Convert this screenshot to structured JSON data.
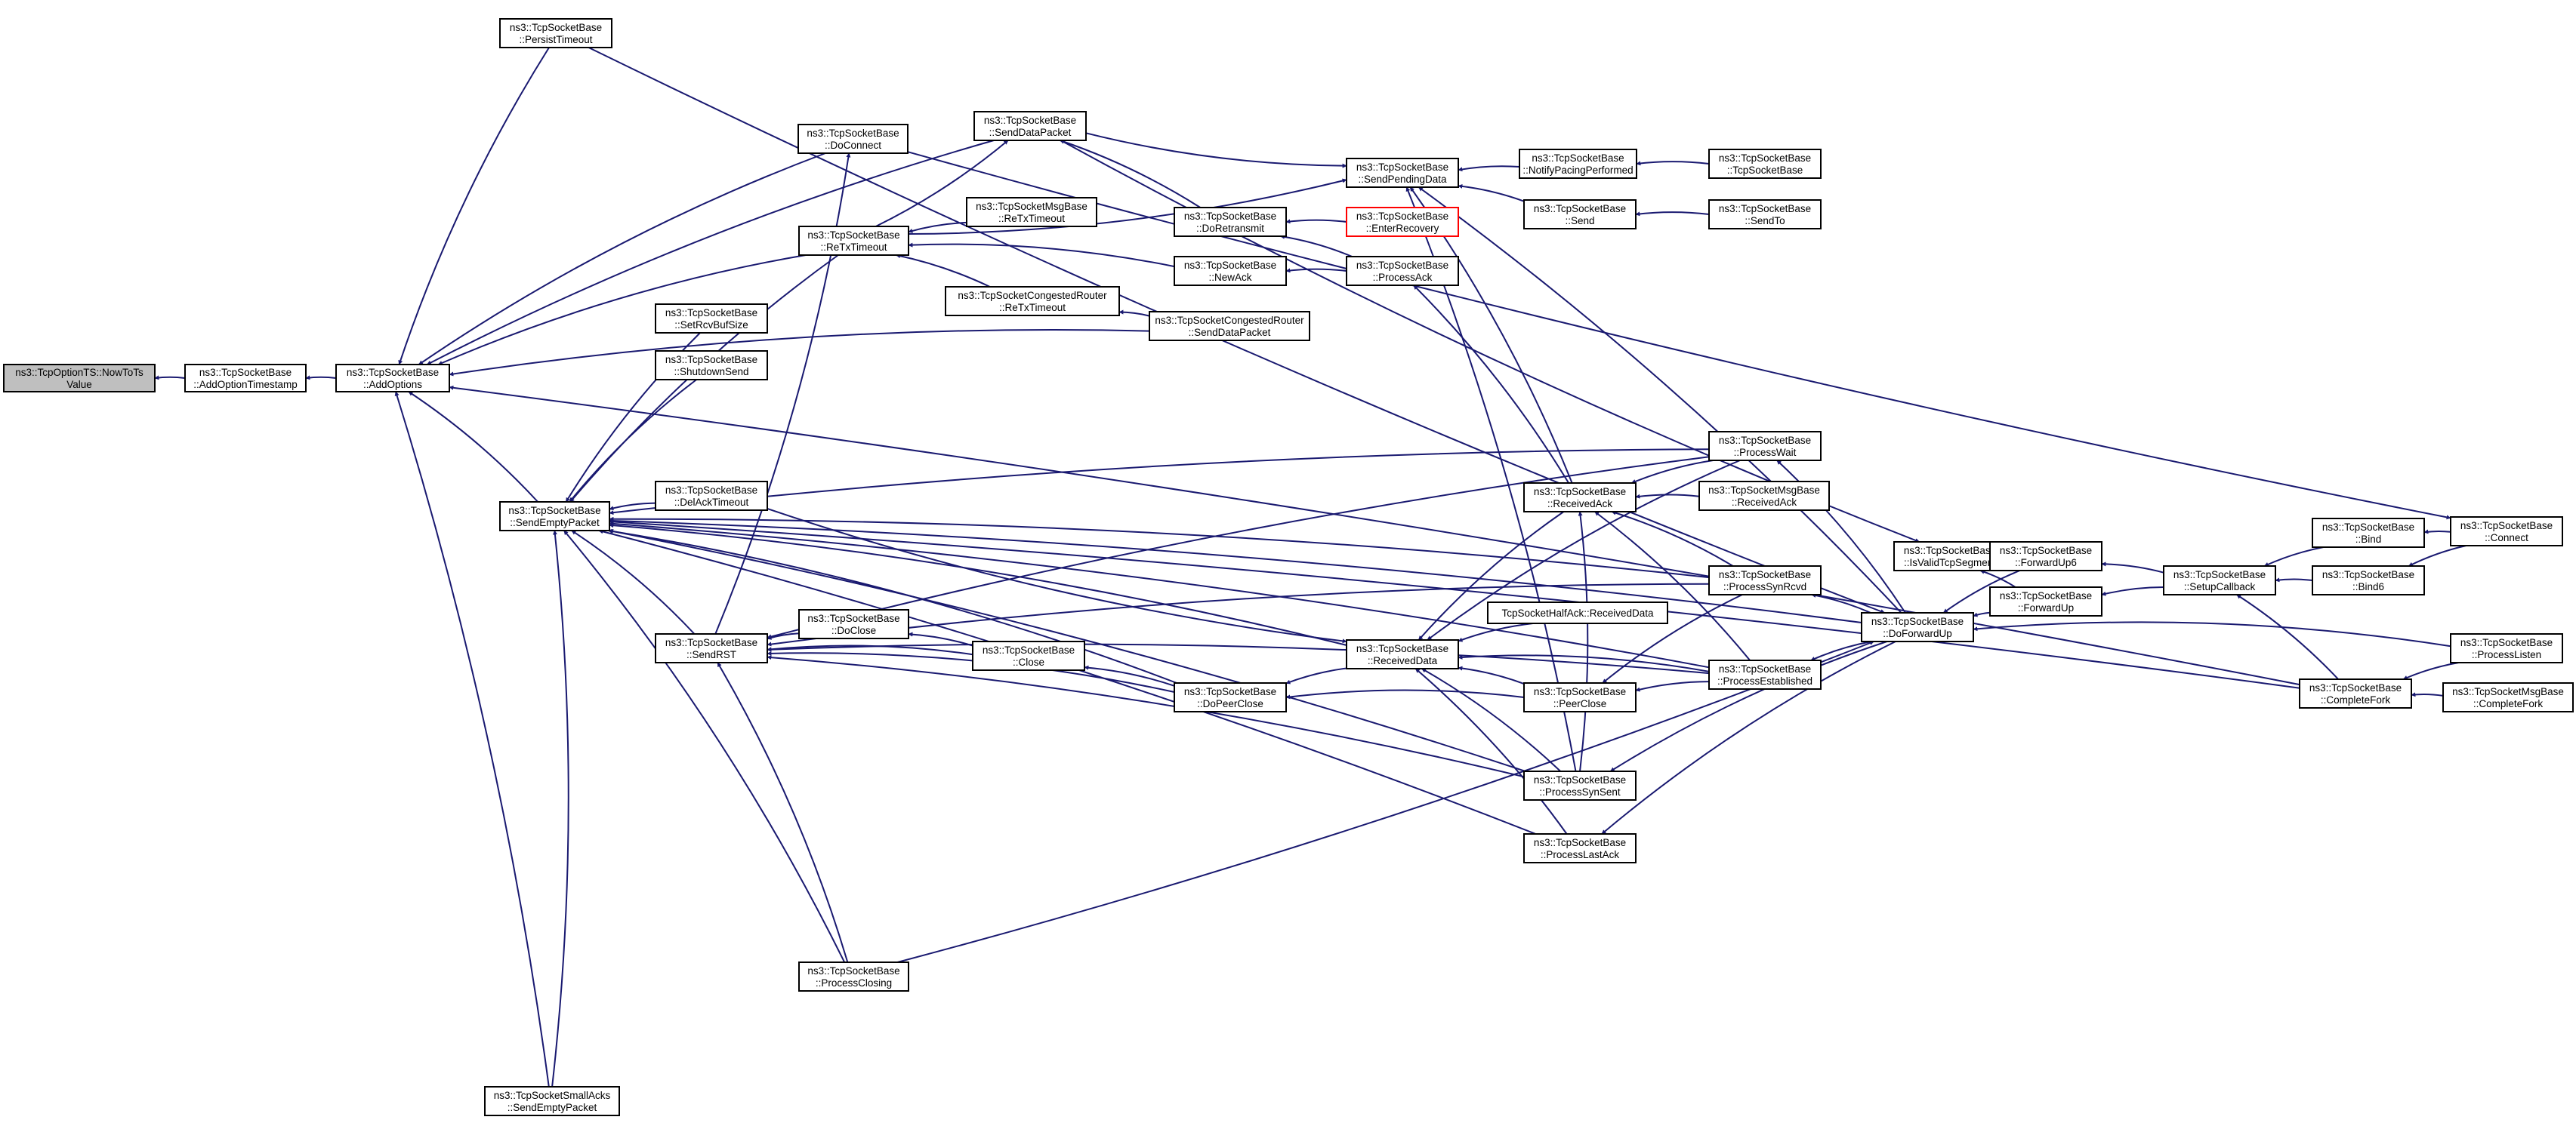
{
  "colors": {
    "edge": "#191970",
    "root_fill": "#bfbfbf",
    "highlight_border": "#ff0000"
  },
  "nodes": [
    {
      "id": "n0",
      "lines": [
        "ns3::TcpOptionTS::NowToTs",
        "Value"
      ],
      "root": true
    },
    {
      "id": "n1",
      "lines": [
        "ns3::TcpSocketBase",
        "::AddOptionTimestamp"
      ]
    },
    {
      "id": "n2",
      "lines": [
        "ns3::TcpSocketBase",
        "::AddOptions"
      ]
    },
    {
      "id": "n3",
      "lines": [
        "ns3::TcpSocketBase",
        "::PersistTimeout"
      ]
    },
    {
      "id": "n4",
      "lines": [
        "ns3::TcpSocketBase",
        "::SendEmptyPacket"
      ]
    },
    {
      "id": "n5",
      "lines": [
        "ns3::TcpSocketBase",
        "::DoConnect"
      ]
    },
    {
      "id": "n6",
      "lines": [
        "ns3::TcpSocketBase",
        "::SendDataPacket"
      ]
    },
    {
      "id": "n7",
      "lines": [
        "ns3::TcpSocketBase",
        "::ReTxTimeout"
      ]
    },
    {
      "id": "n8",
      "lines": [
        "ns3::TcpSocketMsgBase",
        "::ReTxTimeout"
      ]
    },
    {
      "id": "n9",
      "lines": [
        "ns3::TcpSocketCongestedRouter",
        "::ReTxTimeout"
      ]
    },
    {
      "id": "n10",
      "lines": [
        "ns3::TcpSocketBase",
        "::SetRcvBufSize"
      ]
    },
    {
      "id": "n11",
      "lines": [
        "ns3::TcpSocketBase",
        "::ShutdownSend"
      ]
    },
    {
      "id": "n12",
      "lines": [
        "ns3::TcpSocketBase",
        "::DelAckTimeout"
      ]
    },
    {
      "id": "n13",
      "lines": [
        "ns3::TcpSocketBase",
        "::SendRST"
      ]
    },
    {
      "id": "n14",
      "lines": [
        "ns3::TcpSocketBase",
        "::DoClose"
      ]
    },
    {
      "id": "n15",
      "lines": [
        "ns3::TcpSocketBase",
        "::Close"
      ]
    },
    {
      "id": "n16",
      "lines": [
        "ns3::TcpSocketBase",
        "::ProcessClosing"
      ]
    },
    {
      "id": "n17",
      "lines": [
        "ns3::TcpSocketSmallAcks",
        "::SendEmptyPacket"
      ]
    },
    {
      "id": "n18",
      "lines": [
        "ns3::TcpSocketBase",
        "::DoRetransmit"
      ]
    },
    {
      "id": "n19",
      "lines": [
        "ns3::TcpSocketBase",
        "::NewAck"
      ]
    },
    {
      "id": "n20",
      "lines": [
        "ns3::TcpSocketCongestedRouter",
        "::SendDataPacket"
      ]
    },
    {
      "id": "n21",
      "lines": [
        "ns3::TcpSocketBase",
        "::DoPeerClose"
      ]
    },
    {
      "id": "n22",
      "lines": [
        "ns3::TcpSocketBase",
        "::SendPendingData"
      ]
    },
    {
      "id": "n23",
      "lines": [
        "ns3::TcpSocketBase",
        "::EnterRecovery"
      ],
      "highlight": true
    },
    {
      "id": "n24",
      "lines": [
        "ns3::TcpSocketBase",
        "::ProcessAck"
      ]
    },
    {
      "id": "n25",
      "lines": [
        "ns3::TcpSocketBase",
        "::ReceivedData"
      ]
    },
    {
      "id": "n26",
      "lines": [
        "ns3::TcpSocketBase",
        "::NotifyPacingPerformed"
      ]
    },
    {
      "id": "n27",
      "lines": [
        "ns3::TcpSocketBase",
        "::Send"
      ]
    },
    {
      "id": "n28",
      "lines": [
        "ns3::TcpSocketBase",
        "::ReceivedAck"
      ]
    },
    {
      "id": "n29",
      "lines": [
        "TcpSocketHalfAck::ReceivedData"
      ]
    },
    {
      "id": "n30",
      "lines": [
        "ns3::TcpSocketBase",
        "::PeerClose"
      ]
    },
    {
      "id": "n31",
      "lines": [
        "ns3::TcpSocketBase",
        "::ProcessSynSent"
      ]
    },
    {
      "id": "n32",
      "lines": [
        "ns3::TcpSocketBase",
        "::ProcessLastAck"
      ]
    },
    {
      "id": "n33",
      "lines": [
        "ns3::TcpSocketBase",
        "::TcpSocketBase"
      ]
    },
    {
      "id": "n34",
      "lines": [
        "ns3::TcpSocketBase",
        "::SendTo"
      ]
    },
    {
      "id": "n35",
      "lines": [
        "ns3::TcpSocketBase",
        "::ProcessWait"
      ]
    },
    {
      "id": "n36",
      "lines": [
        "ns3::TcpSocketMsgBase",
        "::ReceivedAck"
      ]
    },
    {
      "id": "n37",
      "lines": [
        "ns3::TcpSocketBase",
        "::ProcessSynRcvd"
      ]
    },
    {
      "id": "n38",
      "lines": [
        "ns3::TcpSocketBase",
        "::ProcessEstablished"
      ]
    },
    {
      "id": "n39",
      "lines": [
        "ns3::TcpSocketBase",
        "::IsValidTcpSegment"
      ]
    },
    {
      "id": "n40",
      "lines": [
        "ns3::TcpSocketBase",
        "::DoForwardUp"
      ]
    },
    {
      "id": "n41",
      "lines": [
        "ns3::TcpSocketBase",
        "::ForwardUp6"
      ]
    },
    {
      "id": "n42",
      "lines": [
        "ns3::TcpSocketBase",
        "::ForwardUp"
      ]
    },
    {
      "id": "n43",
      "lines": [
        "ns3::TcpSocketBase",
        "::SetupCallback"
      ]
    },
    {
      "id": "n44",
      "lines": [
        "ns3::TcpSocketBase",
        "::Bind"
      ]
    },
    {
      "id": "n45",
      "lines": [
        "ns3::TcpSocketBase",
        "::Bind6"
      ]
    },
    {
      "id": "n46",
      "lines": [
        "ns3::TcpSocketBase",
        "::CompleteFork"
      ]
    },
    {
      "id": "n47",
      "lines": [
        "ns3::TcpSocketBase",
        "::Connect"
      ]
    },
    {
      "id": "n48",
      "lines": [
        "ns3::TcpSocketBase",
        "::ProcessListen"
      ]
    },
    {
      "id": "n49",
      "lines": [
        "ns3::TcpSocketMsgBase",
        "::CompleteFork"
      ]
    }
  ],
  "edges": [
    [
      "n1",
      "n0"
    ],
    [
      "n2",
      "n1"
    ],
    [
      "n3",
      "n2"
    ],
    [
      "n4",
      "n2"
    ],
    [
      "n5",
      "n2"
    ],
    [
      "n6",
      "n2"
    ],
    [
      "n7",
      "n2"
    ],
    [
      "n20",
      "n2"
    ],
    [
      "n46",
      "n2"
    ],
    [
      "n17",
      "n2"
    ],
    [
      "n3",
      "n40"
    ],
    [
      "n5",
      "n47"
    ],
    [
      "n13",
      "n5"
    ],
    [
      "n6",
      "n39"
    ],
    [
      "n6",
      "n22"
    ],
    [
      "n7",
      "n22"
    ],
    [
      "n7",
      "n6"
    ],
    [
      "n8",
      "n7"
    ],
    [
      "n9",
      "n7"
    ],
    [
      "n19",
      "n7"
    ],
    [
      "n18",
      "n6"
    ],
    [
      "n20",
      "n9"
    ],
    [
      "n7",
      "n4"
    ],
    [
      "n10",
      "n4"
    ],
    [
      "n11",
      "n4"
    ],
    [
      "n12",
      "n4"
    ],
    [
      "n13",
      "n4"
    ],
    [
      "n16",
      "n4"
    ],
    [
      "n17",
      "n4"
    ],
    [
      "n21",
      "n4"
    ],
    [
      "n25",
      "n4"
    ],
    [
      "n31",
      "n4"
    ],
    [
      "n32",
      "n4"
    ],
    [
      "n35",
      "n4"
    ],
    [
      "n37",
      "n4"
    ],
    [
      "n38",
      "n4"
    ],
    [
      "n40",
      "n4"
    ],
    [
      "n46",
      "n4"
    ],
    [
      "n12",
      "n25"
    ],
    [
      "n14",
      "n13"
    ],
    [
      "n15",
      "n13"
    ],
    [
      "n16",
      "n13"
    ],
    [
      "n21",
      "n13"
    ],
    [
      "n31",
      "n13"
    ],
    [
      "n35",
      "n13"
    ],
    [
      "n37",
      "n13"
    ],
    [
      "n38",
      "n13"
    ],
    [
      "n15",
      "n14"
    ],
    [
      "n21",
      "n15"
    ],
    [
      "n16",
      "n40"
    ],
    [
      "n23",
      "n18"
    ],
    [
      "n24",
      "n18"
    ],
    [
      "n24",
      "n19"
    ],
    [
      "n25",
      "n21"
    ],
    [
      "n30",
      "n21"
    ],
    [
      "n26",
      "n22"
    ],
    [
      "n27",
      "n22"
    ],
    [
      "n28",
      "n22"
    ],
    [
      "n31",
      "n22"
    ],
    [
      "n40",
      "n22"
    ],
    [
      "n28",
      "n24"
    ],
    [
      "n28",
      "n25"
    ],
    [
      "n29",
      "n25"
    ],
    [
      "n30",
      "n25"
    ],
    [
      "n31",
      "n25"
    ],
    [
      "n32",
      "n25"
    ],
    [
      "n35",
      "n25"
    ],
    [
      "n38",
      "n25"
    ],
    [
      "n33",
      "n26"
    ],
    [
      "n34",
      "n27"
    ],
    [
      "n31",
      "n28"
    ],
    [
      "n35",
      "n28"
    ],
    [
      "n36",
      "n28"
    ],
    [
      "n37",
      "n28"
    ],
    [
      "n38",
      "n28"
    ],
    [
      "n37",
      "n30"
    ],
    [
      "n38",
      "n30"
    ],
    [
      "n40",
      "n31"
    ],
    [
      "n40",
      "n32"
    ],
    [
      "n40",
      "n35"
    ],
    [
      "n40",
      "n37"
    ],
    [
      "n40",
      "n38"
    ],
    [
      "n41",
      "n39"
    ],
    [
      "n42",
      "n39"
    ],
    [
      "n41",
      "n40"
    ],
    [
      "n42",
      "n40"
    ],
    [
      "n43",
      "n41"
    ],
    [
      "n43",
      "n42"
    ],
    [
      "n44",
      "n43"
    ],
    [
      "n45",
      "n43"
    ],
    [
      "n46",
      "n43"
    ],
    [
      "n47",
      "n44"
    ],
    [
      "n47",
      "n45"
    ],
    [
      "n48",
      "n40"
    ],
    [
      "n48",
      "n46"
    ],
    [
      "n49",
      "n46"
    ]
  ]
}
